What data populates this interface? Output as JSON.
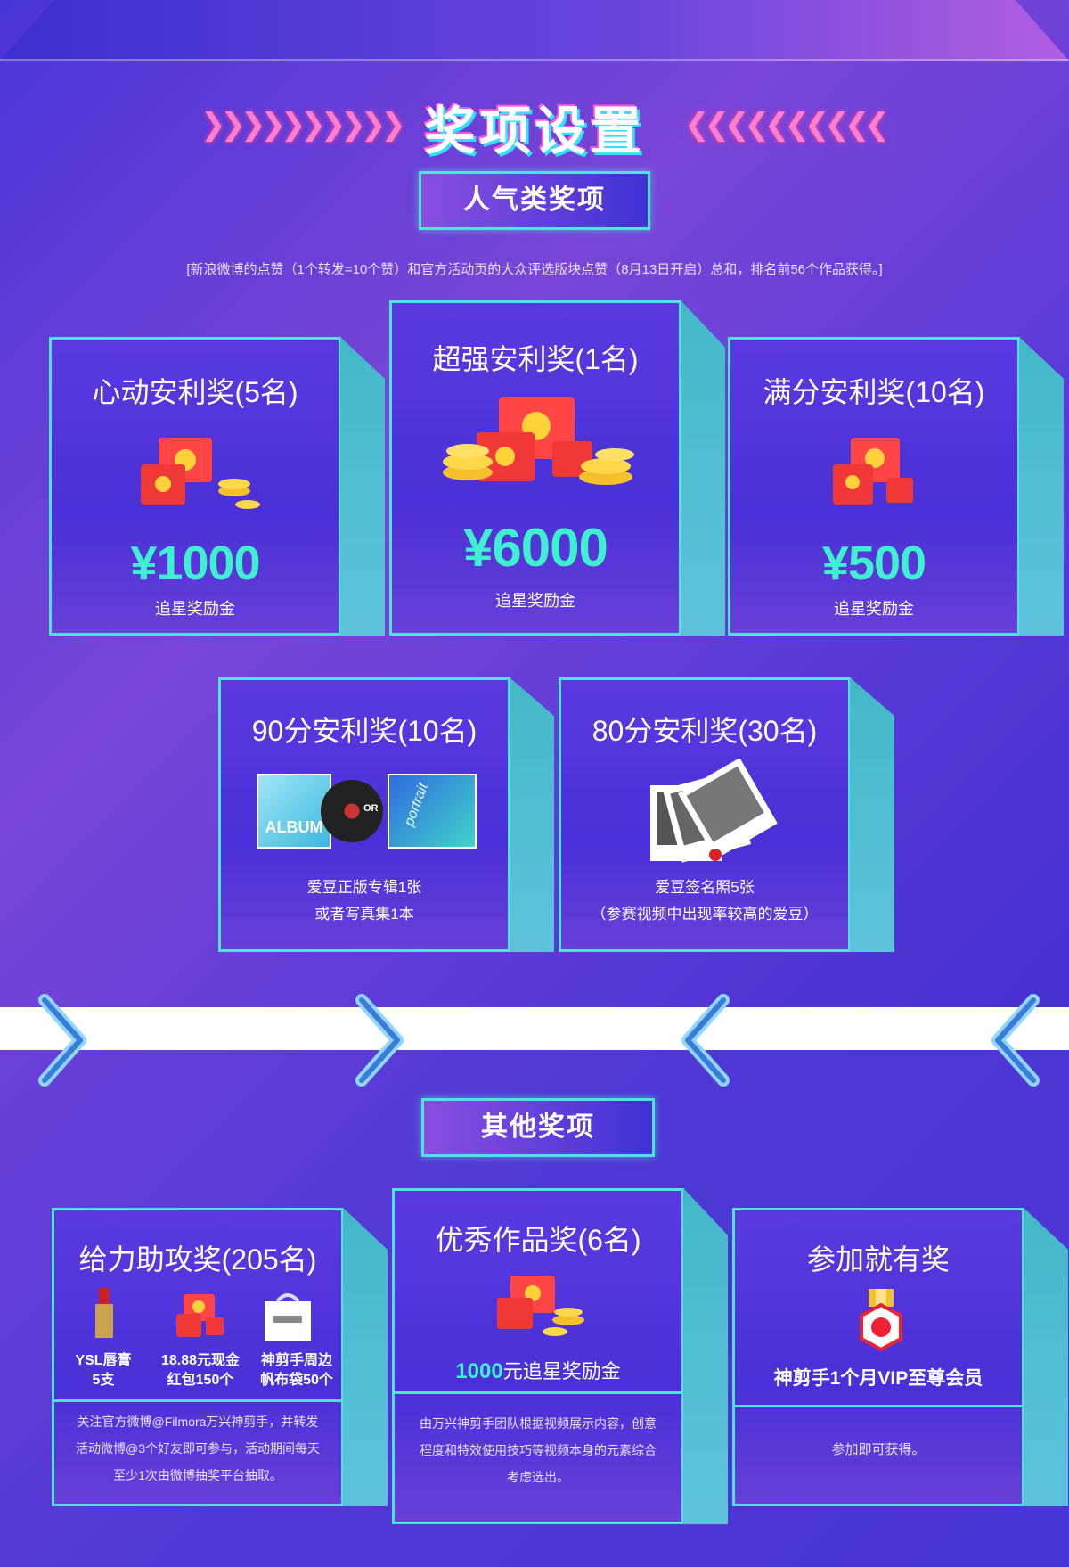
{
  "title": "奖项设置",
  "section1": {
    "label": "人气类奖项",
    "desc": "[新浪微博的点赞（1个转发=10个赞）和官方活动页的大众评选版块点赞（8月13日开启）总和，排名前56个作品获得。]",
    "cards": [
      {
        "title": "心动安利奖(5名)",
        "amount": "¥1000",
        "sub": "追星奖励金"
      },
      {
        "title": "超强安利奖(1名)",
        "amount": "¥6000",
        "sub": "追星奖励金"
      },
      {
        "title": "满分安利奖(10名)",
        "amount": "¥500",
        "sub": "追星奖励金"
      },
      {
        "title": "90分安利奖(10名)",
        "line1": "爱豆正版专辑1张",
        "line2": "或者写真集1本",
        "or": "OR",
        "album_text": "ALBUM",
        "portrait_text": "portrait"
      },
      {
        "title": "80分安利奖(30名)",
        "line1": "爱豆签名照5张",
        "line2": "（参赛视频中出现率较高的爱豆）"
      }
    ]
  },
  "section2": {
    "label": "其他奖项",
    "cards": [
      {
        "title": "给力助攻奖(205名)",
        "gifts": [
          {
            "l1": "YSL唇膏",
            "l2": "5支"
          },
          {
            "l1": "18.88元现金",
            "l2": "红包150个"
          },
          {
            "l1": "神剪手周边",
            "l2": "帆布袋50个"
          }
        ],
        "foot1": "关注官方微博@Filmora万兴神剪手，并转发",
        "foot2": "活动微博@3个好友即可参与，活动期间每天",
        "foot3": "至少1次由微博抽奖平台抽取。"
      },
      {
        "title": "优秀作品奖(6名)",
        "amount": "1000",
        "sub": "元追星奖励金",
        "foot1": "由万兴神剪手团队根据视频展示内容，创意",
        "foot2": "程度和特效使用技巧等视频本身的元素综合",
        "foot3": "考虑选出。"
      },
      {
        "title": "参加就有奖",
        "sub": "神剪手1个月VIP至尊会员",
        "foot1": "参加即可获得。"
      }
    ]
  },
  "colors": {
    "accent": "#4fe3e0",
    "amount": "#3df0d0",
    "bg": "#5a3bd6"
  }
}
